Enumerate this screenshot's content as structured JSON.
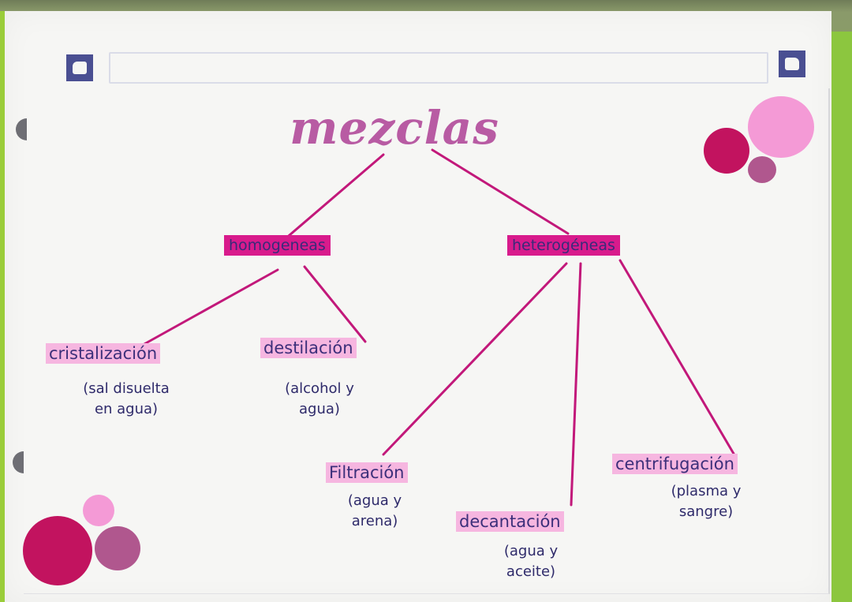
{
  "diagram": {
    "title": "mezclas",
    "branches": [
      {
        "label": "homogeneas",
        "methods": [
          {
            "label": "cristalización",
            "example_line1": "(sal disuelta",
            "example_line2": "en agua)"
          },
          {
            "label": "destilación",
            "example_line1": "(alcohol y",
            "example_line2": "agua)"
          }
        ]
      },
      {
        "label": "heterogéneas",
        "methods": [
          {
            "label": "Filtración",
            "example_line1": "(agua y",
            "example_line2": "arena)"
          },
          {
            "label": "decantación",
            "example_line1": "(agua y",
            "example_line2": "aceite)"
          },
          {
            "label": "centrifugación",
            "example_line1": "(plasma y",
            "example_line2": "sangre)"
          }
        ]
      }
    ]
  },
  "colors": {
    "title": "#b85ba3",
    "branch_highlight": "#d81b8c",
    "method_highlight": "#f6b6e0",
    "connector_line": "#c2187a",
    "ink": "#2e2a6a",
    "dot_dark": "#c2135f",
    "dot_light": "#f49ad6",
    "dot_mauve": "#b0578e",
    "corner_mark": "#4a4f92"
  }
}
